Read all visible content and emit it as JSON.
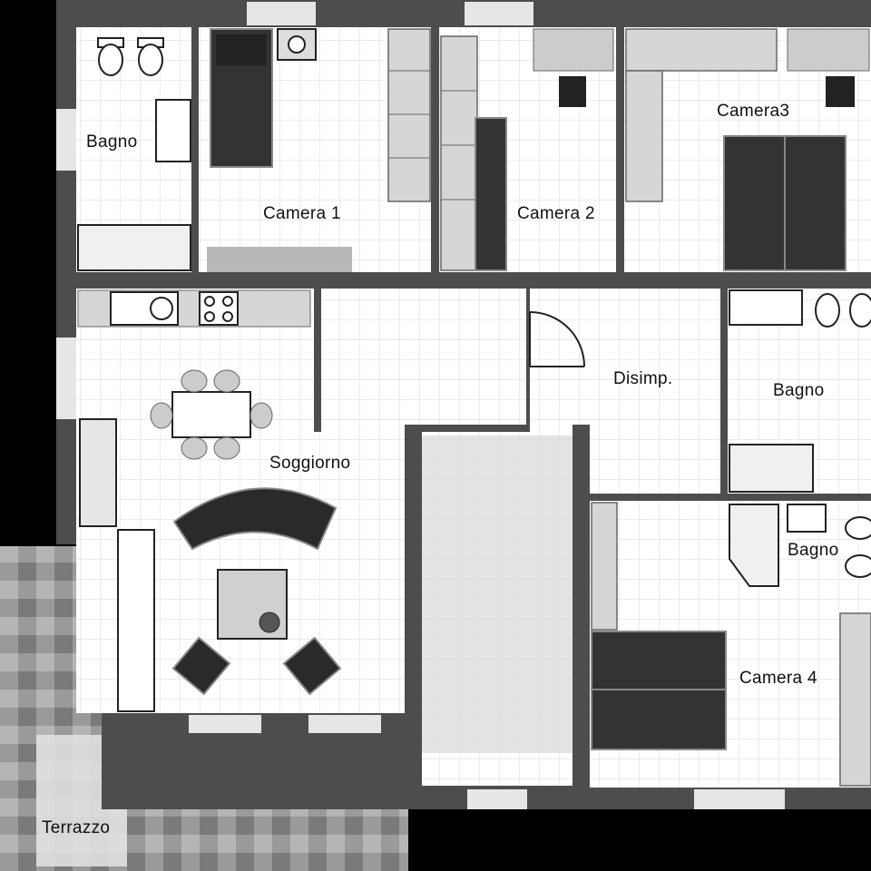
{
  "plan": {
    "colors": {
      "background": "#000000",
      "wall": "#4d4d4d",
      "floor": "#ffffff",
      "floor_grid": "#d8d8d8",
      "furniture_dark": "#2a2a2a",
      "furniture_light": "#d6d6d6",
      "terrace_blur": "#8a8a8a"
    },
    "rooms": {
      "bagno_1": "Bagno",
      "camera_1": "Camera 1",
      "camera_2": "Camera 2",
      "camera_3": "Camera3",
      "disimpegno": "Disimp.",
      "bagno_2": "Bagno",
      "soggiorno": "Soggiorno",
      "bagno_3": "Bagno",
      "camera_4": "Camera 4",
      "terrazzo": "Terrazzo"
    },
    "icons": [
      "toilet-icon",
      "bidet-icon",
      "sink-icon",
      "bathtub-icon",
      "shower-icon",
      "bed-icon",
      "sofa-icon",
      "armchair-icon",
      "dining-table-icon",
      "stove-icon",
      "kitchen-sink-icon",
      "wardrobe-icon",
      "door-swing-icon"
    ]
  }
}
